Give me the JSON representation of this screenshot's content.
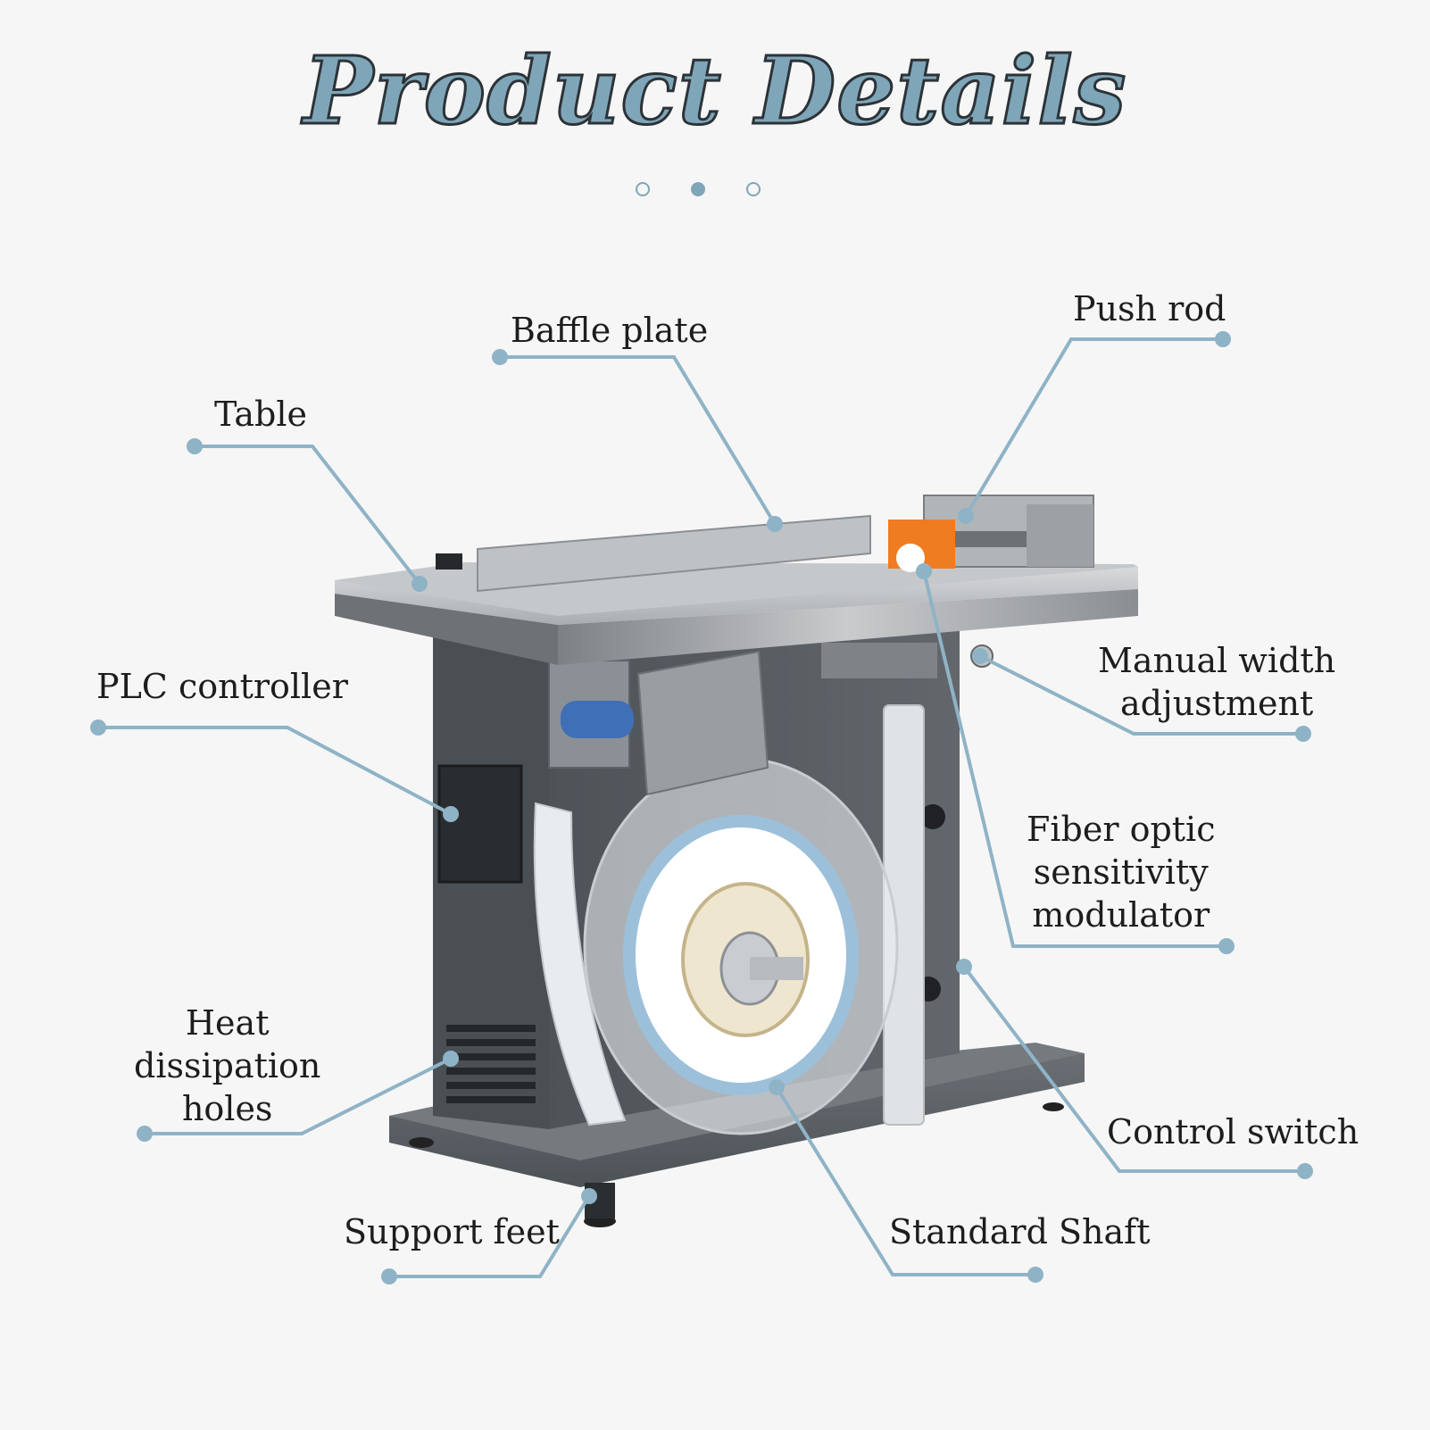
{
  "title": "Product Details",
  "pager": {
    "count": 3,
    "active_index": 1
  },
  "colors": {
    "accent": "#7fa6b8",
    "machine_body": "#5a5f65",
    "steel": "#b9bcbf",
    "orange_block": "#f07c22"
  },
  "callouts": [
    {
      "id": "table",
      "lines": [
        "Table"
      ]
    },
    {
      "id": "baffle-plate",
      "lines": [
        "Baffle plate"
      ]
    },
    {
      "id": "push-rod",
      "lines": [
        "Push rod"
      ]
    },
    {
      "id": "plc-controller",
      "lines": [
        "PLC controller"
      ]
    },
    {
      "id": "manual-width-adjustment",
      "lines": [
        "Manual width",
        "adjustment"
      ]
    },
    {
      "id": "fiber-optic-sensitivity-modulator",
      "lines": [
        "Fiber optic",
        "sensitivity",
        "modulator"
      ]
    },
    {
      "id": "heat-dissipation-holes",
      "lines": [
        "Heat",
        "dissipation",
        "holes"
      ]
    },
    {
      "id": "control-switch",
      "lines": [
        "Control switch"
      ]
    },
    {
      "id": "support-feet",
      "lines": [
        "Support feet"
      ]
    },
    {
      "id": "standard-shaft",
      "lines": [
        "Standard Shaft"
      ]
    }
  ]
}
